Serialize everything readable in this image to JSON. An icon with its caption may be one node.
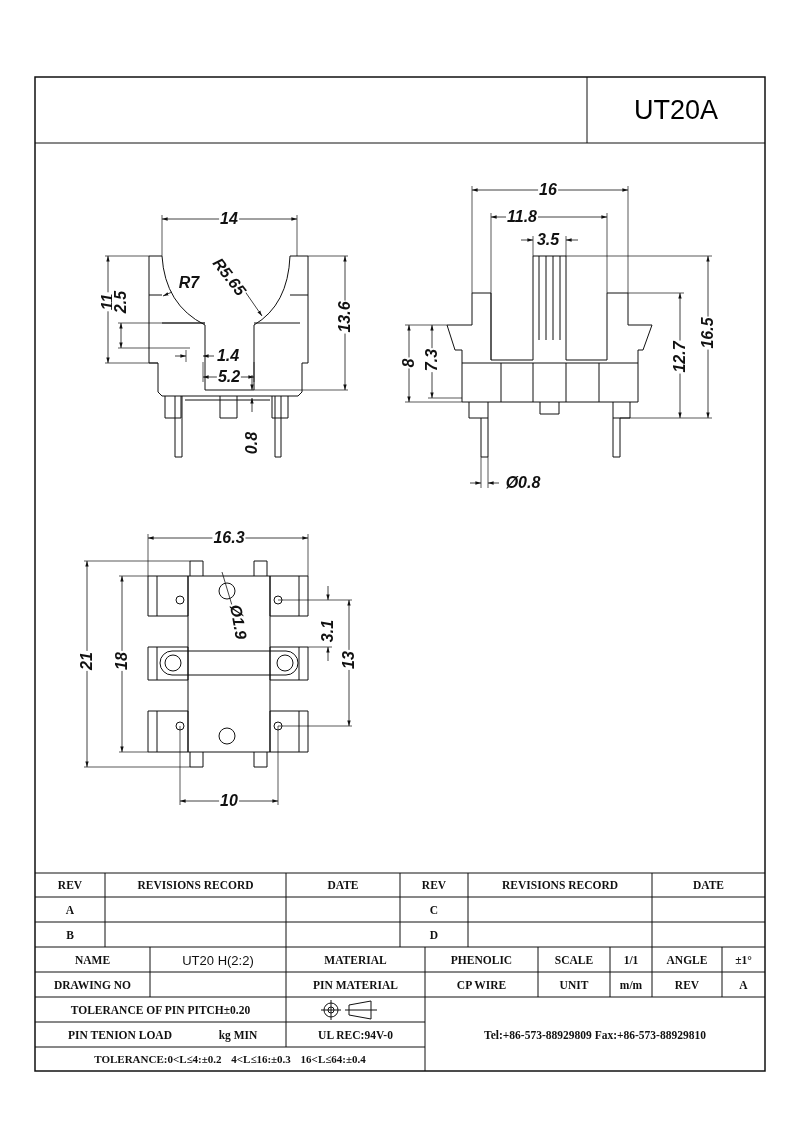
{
  "diagram": {
    "title": "UT20A",
    "labels": [
      "14",
      "16",
      "11.8",
      "3.5",
      "R5.65",
      "R7",
      "11",
      "2.5",
      "13.6",
      "8",
      "7.3",
      "12.7",
      "16.5",
      "1.4",
      "5.2",
      "0.8",
      "Ø0.8",
      "16.3",
      "Ø1.9",
      "3.1",
      "21",
      "18",
      "13",
      "10",
      "REV",
      "REVISIONS RECORD",
      "DATE",
      "REV",
      "REVISIONS RECORD",
      "DATE",
      "A",
      "C",
      "B",
      "D",
      "NAME",
      "UT20 H(2:2)",
      "MATERIAL",
      "PHENOLIC",
      "SCALE",
      "1/1",
      "ANGLE",
      "±1°",
      "DRAWING NO",
      "PIN MATERIAL",
      "CP WIRE",
      "UNIT",
      "m/m",
      "REV",
      "A",
      "TOLERANCE OF PIN PITCH±0.20",
      "PIN TENION LOAD",
      "kg MIN",
      "UL REC:94V-0",
      "Tel:+86-573-88929809 Fax:+86-573-88929810",
      "TOLERANCE:0<L≤4:±0.2 4<L≤16:±0.3 16<L≤64:±0.4"
    ]
  }
}
